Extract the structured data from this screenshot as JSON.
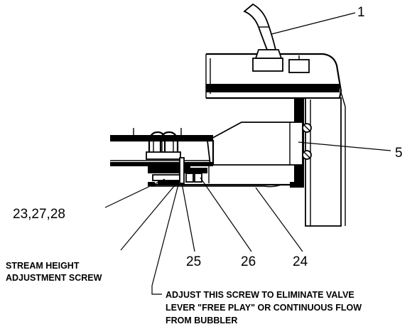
{
  "callouts": {
    "c1": "1",
    "c5": "5",
    "c23": "23,27,28",
    "c25": "25",
    "c26": "26",
    "c24": "24"
  },
  "notes": {
    "stream_line1": "STREAM HEIGHT",
    "stream_line2": "ADJUSTMENT SCREW",
    "adjust_line1": "ADJUST THIS SCREW TO ELIMINATE VALVE",
    "adjust_line2": "LEVER \"FREE PLAY\" OR CONTINUOUS FLOW",
    "adjust_line3": "FROM BUBBLER"
  }
}
